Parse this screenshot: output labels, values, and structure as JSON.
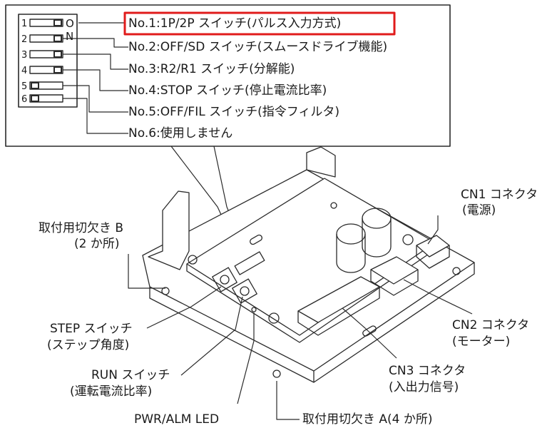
{
  "dip_panel": {
    "pin_numbers": [
      "1",
      "2",
      "3",
      "4",
      "5",
      "6"
    ],
    "on_label": [
      "O",
      "N"
    ],
    "switches": [
      "No.1:1P/2P スイッチ(パルス入力方式)",
      "No.2:OFF/SD スイッチ(スムースドライブ機能)",
      "No.3:R2/R1 スイッチ(分解能)",
      "No.4:STOP スイッチ(停止電流比率)",
      "No.5:OFF/FIL スイッチ(指令フィルタ)",
      "No.6:使用しません"
    ],
    "highlight_color": "#e01b1b"
  },
  "callouts": {
    "mount_b_line1": "取付用切欠き B",
    "mount_b_line2": "(2 か所)",
    "cn1_line1": "CN1 コネクタ",
    "cn1_line2": "(電源)",
    "cn2_line1": "CN2 コネクタ",
    "cn2_line2": "(モーター)",
    "cn3_line1": "CN3 コネクタ",
    "cn3_line2": "(入出力信号)",
    "step_line1": "STEP スイッチ",
    "step_line2": "(ステップ角度)",
    "run_line1": "RUN スイッチ",
    "run_line2": "(運転電流比率)",
    "led": "PWR/ALM LED",
    "mount_a": "取付用切欠き A(4 か所)"
  }
}
